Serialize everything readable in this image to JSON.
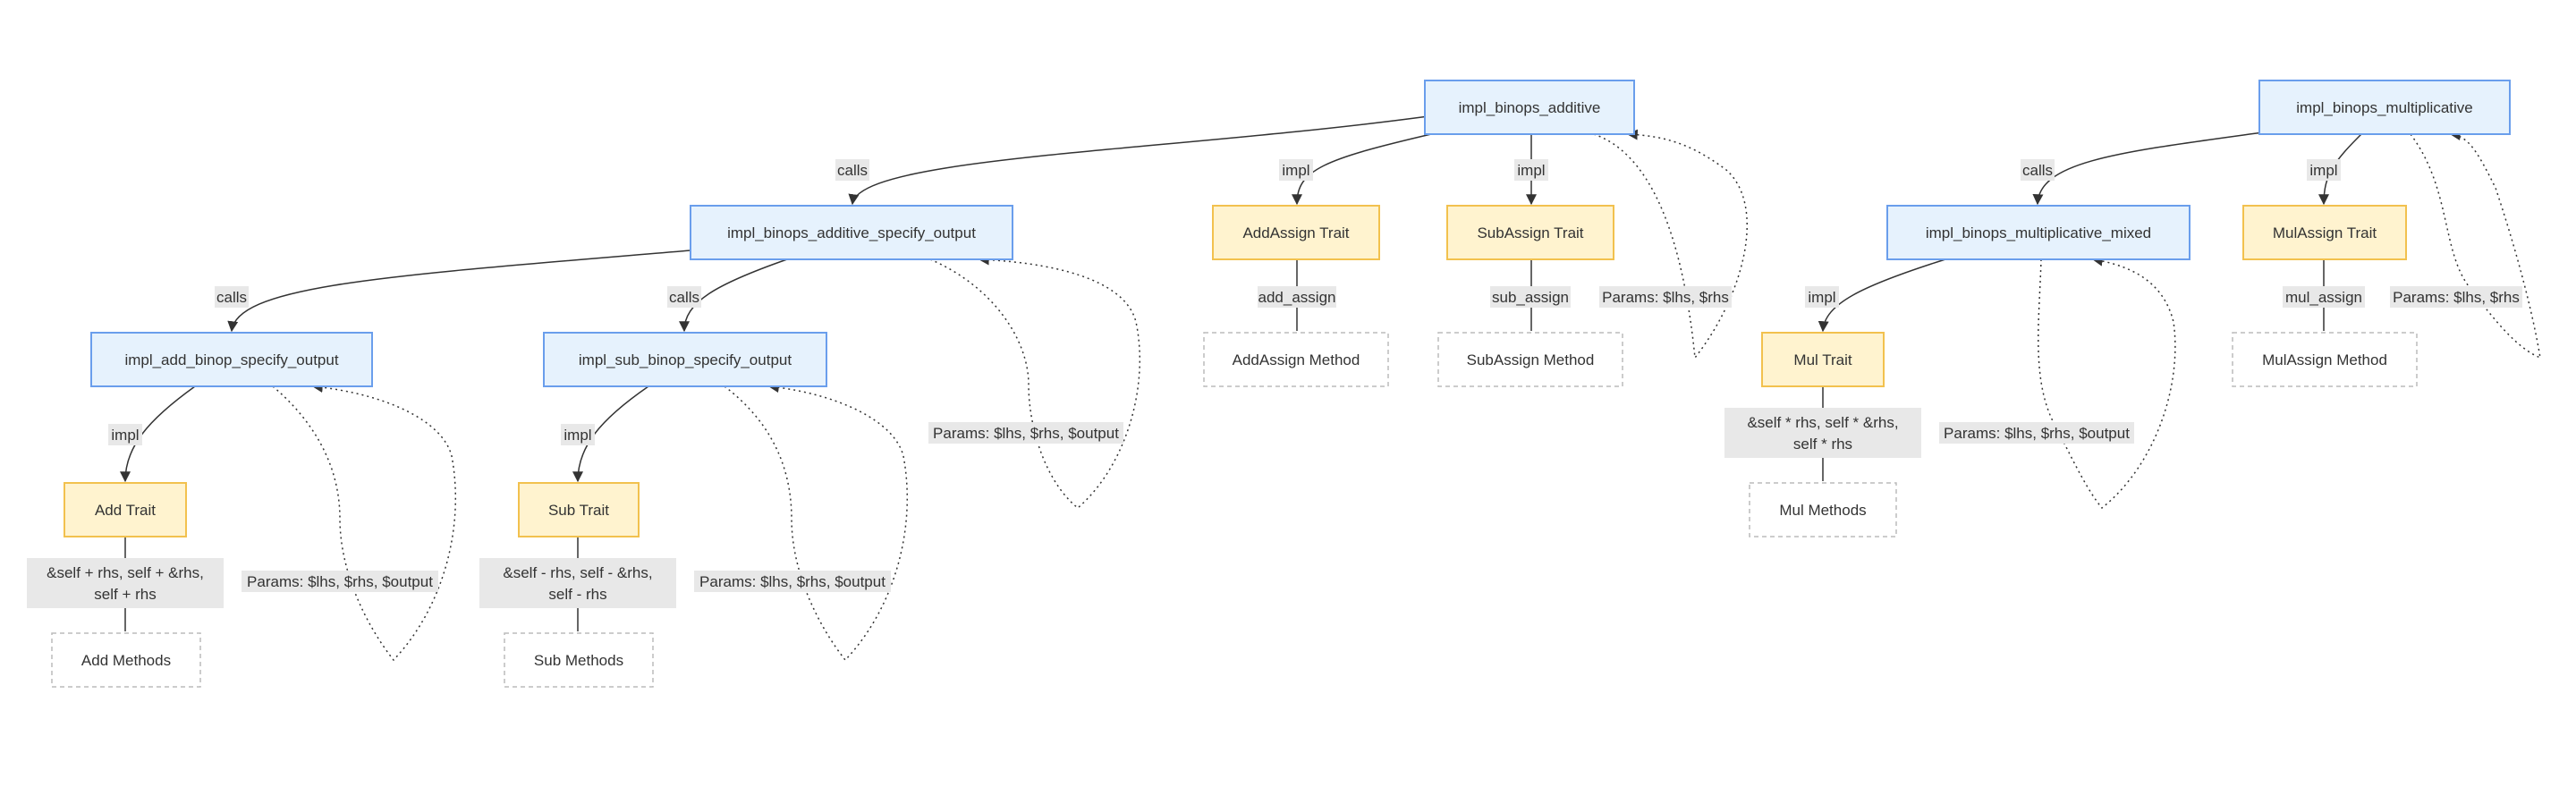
{
  "colors": {
    "macro_fill": "#e6f2fd",
    "macro_stroke": "#6a9eec",
    "trait_fill": "#fff3cf",
    "trait_stroke": "#f2c14e",
    "method_fill": "#ffffff",
    "method_stroke": "#bbbbbb",
    "edge": "#333333",
    "label_bg": "#e8e8e8",
    "text": "#333333"
  },
  "nodes": {
    "impl_binops_additive": {
      "label": "impl_binops_additive"
    },
    "impl_binops_multiplicative": {
      "label": "impl_binops_multiplicative"
    },
    "impl_binops_additive_specify_output": {
      "label": "impl_binops_additive_specify_output"
    },
    "addassign_trait": {
      "label": "AddAssign Trait"
    },
    "subassign_trait": {
      "label": "SubAssign Trait"
    },
    "impl_binops_multiplicative_mixed": {
      "label": "impl_binops_multiplicative_mixed"
    },
    "mulassign_trait": {
      "label": "MulAssign Trait"
    },
    "impl_add_binop_specify_output": {
      "label": "impl_add_binop_specify_output"
    },
    "impl_sub_binop_specify_output": {
      "label": "impl_sub_binop_specify_output"
    },
    "addassign_method": {
      "label": "AddAssign Method"
    },
    "subassign_method": {
      "label": "SubAssign Method"
    },
    "mul_trait": {
      "label": "Mul Trait"
    },
    "mulassign_method": {
      "label": "MulAssign Method"
    },
    "add_trait": {
      "label": "Add Trait"
    },
    "sub_trait": {
      "label": "Sub Trait"
    },
    "mul_methods": {
      "label": "Mul Methods"
    },
    "add_methods": {
      "label": "Add Methods"
    },
    "sub_methods": {
      "label": "Sub Methods"
    }
  },
  "edge_labels": {
    "calls": "calls",
    "impl": "impl",
    "add_assign": "add_assign",
    "sub_assign": "sub_assign",
    "mul_assign": "mul_assign",
    "params_lhs_rhs": "Params: $lhs, $rhs",
    "params_lhs_rhs_output": "Params: $lhs, $rhs, $output",
    "mul_sig": [
      "&self * rhs, self * &rhs,",
      "self * rhs"
    ],
    "add_sig": [
      "&self + rhs, self + &rhs,",
      "self + rhs"
    ],
    "sub_sig": [
      "&self - rhs, self - &rhs,",
      "self - rhs"
    ]
  }
}
